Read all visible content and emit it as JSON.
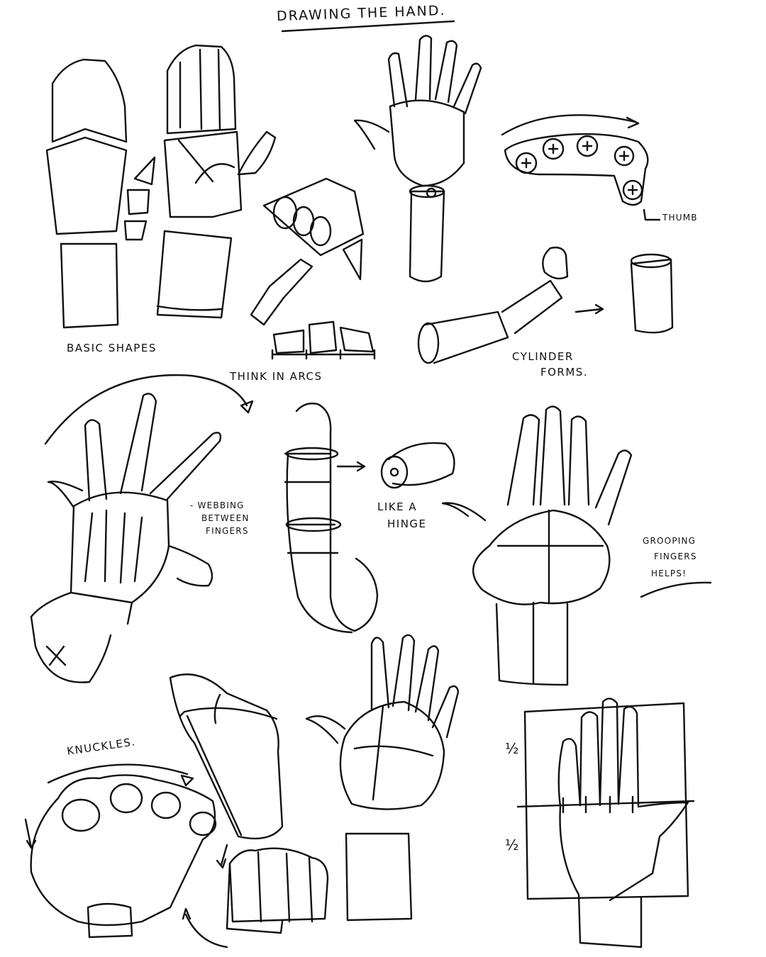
{
  "title": "DRAWING THE HAND.",
  "labels": {
    "basic_shapes": "BASIC SHAPES",
    "thumb": "THUMB",
    "cylinder_forms_line1": "CYLINDER",
    "cylinder_forms_line2": "FORMS.",
    "think_in_arcs": "THINK IN ARCS",
    "webbing_line1": "- WEBBING",
    "webbing_line2": "BETWEEN",
    "webbing_line3": "FINGERS",
    "like_a_hinge_line1": "LIKE A",
    "like_a_hinge_line2": "HINGE",
    "grouping_line1": "GROOPING",
    "grouping_line2": "FINGERS",
    "grouping_line3": "HELPS!",
    "knuckles": "KNUCKLES.",
    "half_top": "½",
    "half_bottom": "½"
  },
  "colors": {
    "ink": "#111111",
    "paper": "#ffffff"
  }
}
